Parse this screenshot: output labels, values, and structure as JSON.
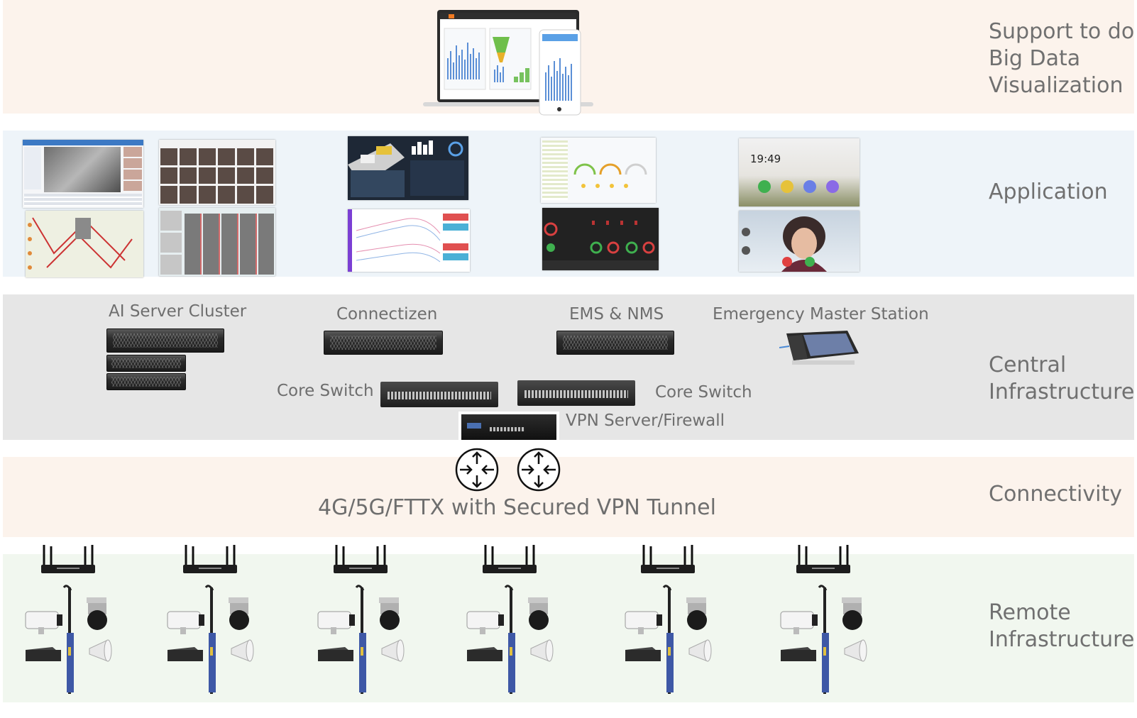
{
  "layers": {
    "support": "Support to do\nBig Data\nVisualization",
    "application": "Application",
    "central": "Central\nInfrastructure",
    "connectivity": "Connectivity",
    "remote": "Remote\nInfrastructure"
  },
  "central_labels": {
    "ai_cluster": "AI Server Cluster",
    "connectizen": "Connectizen",
    "ems_nms": "EMS & NMS",
    "emergency": "Emergency Master Station",
    "core_switch_left": "Core Switch",
    "core_switch_right": "Core Switch",
    "vpn": "VPN Server/Firewall"
  },
  "connectivity_text": "4G/5G/FTTX with Secured VPN Tunnel",
  "app_tablet_time": "19:49",
  "colors": {
    "band_peach": "#fcf3ec",
    "band_blue": "#eef4f9",
    "band_gray": "#e6e6e6",
    "band_green": "#f1f7ef"
  },
  "icons": [
    "router-icon",
    "server-icon",
    "switch-icon",
    "firewall-icon",
    "camera-icon",
    "speaker-icon",
    "pole-icon",
    "4g-router-icon"
  ]
}
